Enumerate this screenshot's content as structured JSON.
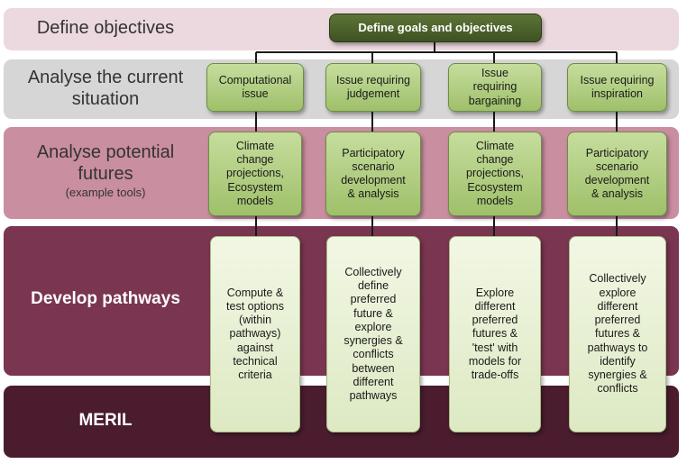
{
  "rows": {
    "objectives": {
      "label": "Define objectives",
      "color": "#ecd9df"
    },
    "current": {
      "label_lines": [
        "Analyse the current",
        "situation"
      ],
      "color": "#d6d6d6"
    },
    "futures": {
      "label_lines": [
        "Analyse potential",
        "futures"
      ],
      "sublabel": "(example tools)",
      "color": "#c98ea0"
    },
    "pathways": {
      "label": "Develop pathways",
      "color": "#7a3550"
    },
    "meril": {
      "label": "MERIL",
      "color": "#4b1c2e"
    }
  },
  "top_box": {
    "label": "Define goals and objectives"
  },
  "columns": [
    {
      "issue": [
        "Computational",
        "issue"
      ],
      "tool": [
        "Climate",
        "change",
        "projections,",
        "Ecosystem",
        "models"
      ],
      "pathway": [
        "Compute &",
        "test options",
        "(within",
        "pathways)",
        "against",
        "technical",
        "criteria"
      ]
    },
    {
      "issue": [
        "Issue requiring",
        "judgement"
      ],
      "tool": [
        "Participatory",
        "scenario",
        "development",
        "& analysis"
      ],
      "pathway": [
        "Collectively",
        "define",
        "preferred",
        "future &",
        "explore",
        "synergies &",
        "conflicts",
        "between",
        "different",
        "pathways"
      ]
    },
    {
      "issue": [
        "Issue",
        "requiring",
        "bargaining"
      ],
      "tool": [
        "Climate",
        "change",
        "projections,",
        "Ecosystem",
        "models"
      ],
      "pathway": [
        "Explore",
        "different",
        "preferred",
        "futures &",
        "'test' with",
        "models for",
        "trade-offs"
      ]
    },
    {
      "issue": [
        "Issue requiring",
        "inspiration"
      ],
      "tool": [
        "Participatory",
        "scenario",
        "development",
        "& analysis"
      ],
      "pathway": [
        "Collectively",
        "explore",
        "different",
        "preferred",
        "futures &",
        "pathways to",
        "identify",
        "synergies &",
        "conflicts"
      ]
    }
  ],
  "colors": {
    "connector": "#1a1a1a",
    "dark_box": "#4a6128",
    "issue_box": "#b3cf80",
    "pathway_box": "#e9f1d5"
  }
}
